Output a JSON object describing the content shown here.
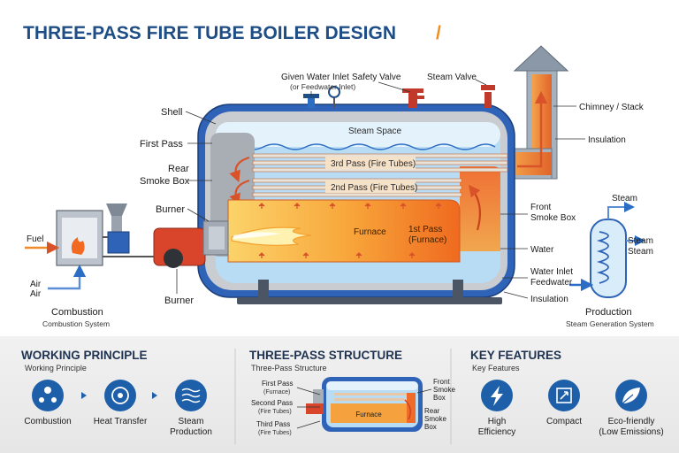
{
  "title": "THREE-PASS FIRE TUBE BOILER DESIGN",
  "title_slash": "/",
  "labels": {
    "given_water_inlet": "Given Water Inlet",
    "feedwater_inlet_sub": "(or Feedwater Inlet)",
    "safety_valve": "Safety Valve",
    "steam_valve": "Steam Valve",
    "chimney": "Chimney / Stack",
    "insulation_top": "Insulation",
    "shell": "Shell",
    "first_pass": "First Pass",
    "rear_smoke_box_1": "Rear",
    "rear_smoke_box_2": "Smoke Box",
    "burner_top": "Burner",
    "burner_bottom": "Burner",
    "steam_space": "Steam Space",
    "third_pass": "3rd Pass (Fire Tubes)",
    "second_pass": "2nd Pass (Fire Tubes)",
    "furnace": "Furnace",
    "first_pass_furnace_1": "1st Pass",
    "first_pass_furnace_2": "(Furnace)",
    "front_smoke_box_1": "Front",
    "front_smoke_box_2": "Smoke Box",
    "water": "Water",
    "water_inlet_1": "Water Inlet",
    "water_inlet_2": "Feedwater",
    "insulation_bottom": "Insulation",
    "fuel": "Fuel",
    "air_1": "Air",
    "air_2": "Air",
    "combustion": "Combustion",
    "combustion_system": "Combustion System",
    "steam_1": "Steam",
    "steam_2": "Steam",
    "steam_3": "Steam",
    "production": "Production",
    "steam_generation_system": "Steam Generation System"
  },
  "sections": {
    "working": {
      "heading": "WORKING PRINCIPLE",
      "sub": "Working Principle",
      "steps": [
        {
          "label": "Combustion",
          "icon": "combustion-icon"
        },
        {
          "label": "Heat Transfer",
          "icon": "heat-transfer-icon"
        },
        {
          "label": "Steam",
          "label2": "Production",
          "icon": "steam-production-icon"
        }
      ]
    },
    "structure": {
      "heading": "THREE-PASS STRUCTURE",
      "sub": "Three-Pass Structure",
      "left": [
        {
          "l1": "First Pass",
          "l2": "(Furnace)"
        },
        {
          "l1": "Second Pass",
          "l2": "(Fire Tubes)"
        },
        {
          "l1": "Third Pass",
          "l2": "(Fire Tubes)"
        }
      ],
      "furnace": "Furnace",
      "right": [
        {
          "l1": "Front",
          "l2": "Smoke",
          "l3": "Box"
        },
        {
          "l1": "Rear",
          "l2": "Smoke",
          "l3": "Box"
        }
      ]
    },
    "features": {
      "heading": "KEY FEATURES",
      "sub": "Key Features",
      "items": [
        {
          "label": "High",
          "label2": "Efficiency",
          "icon": "lightning-icon"
        },
        {
          "label": "Compact",
          "label2": "",
          "icon": "compact-icon"
        },
        {
          "label": "Eco-friendly",
          "label2": "(Low Emissions)",
          "icon": "leaf-icon"
        }
      ]
    }
  },
  "colors": {
    "title": "#1f4e86",
    "accent": "#f28c1e",
    "shell": "#2f63b8",
    "water": "#b9ddf5",
    "fire": "#f7a23a",
    "icon_circle": "#1d5fa8",
    "panel": "#eeeeee"
  }
}
